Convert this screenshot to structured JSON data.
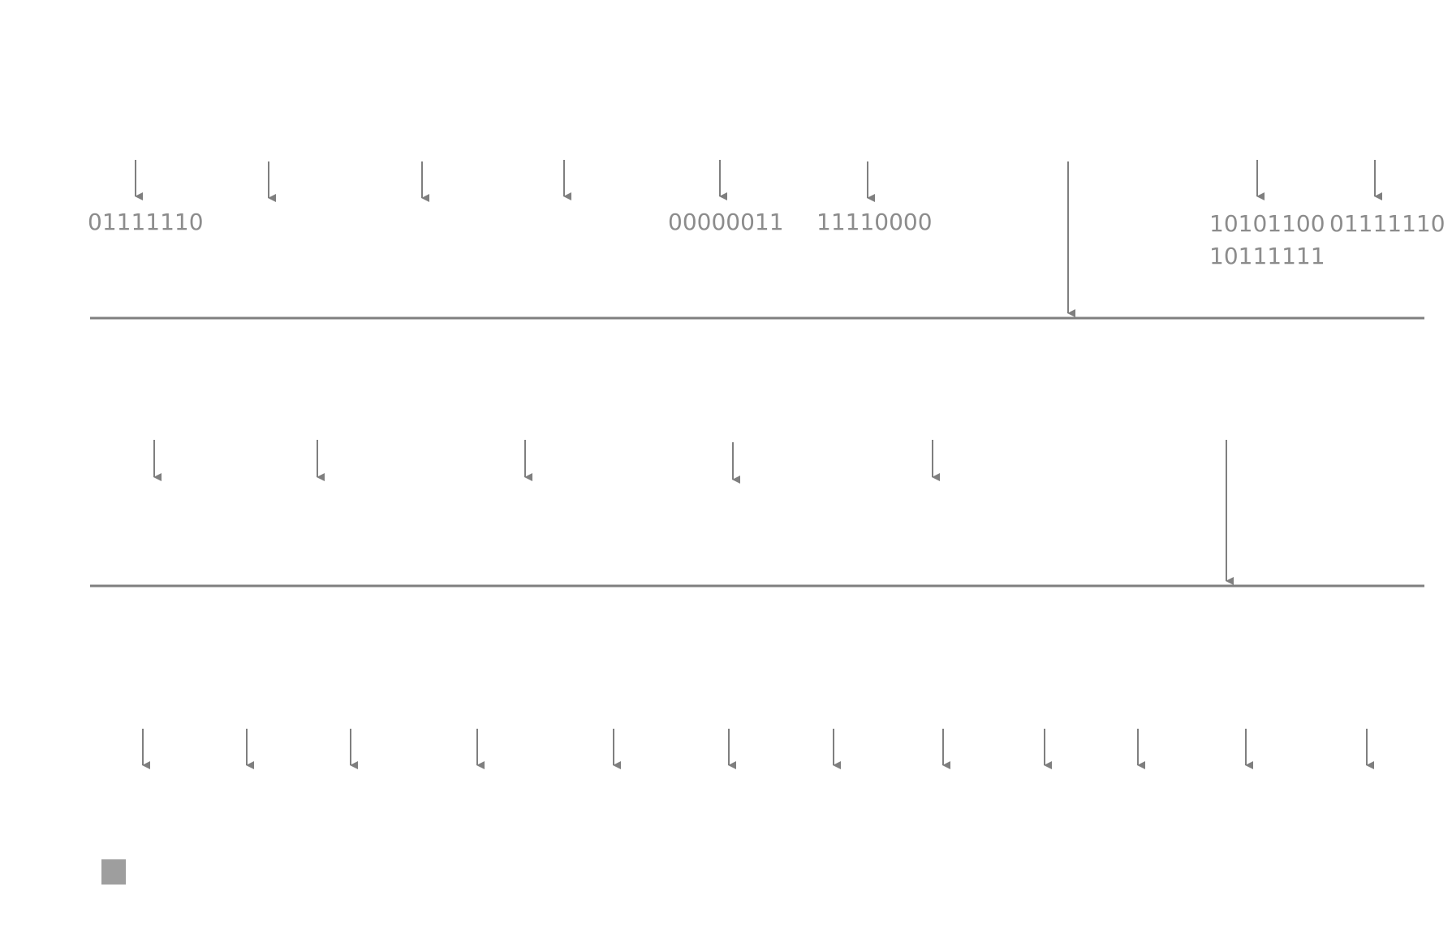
{
  "colors": {
    "line": "#7f7f7f",
    "text": "#8c8c8c",
    "marker": "#9e9e9e",
    "background": "#ffffff"
  },
  "frame_bytes": {
    "start_flag": "01111110",
    "address": "00000011",
    "control": "11110000",
    "fcs_first": "10101100",
    "fcs_second": "10111111",
    "end_flag": "01111110"
  },
  "legend_marker": {
    "icon": "grey-square"
  }
}
